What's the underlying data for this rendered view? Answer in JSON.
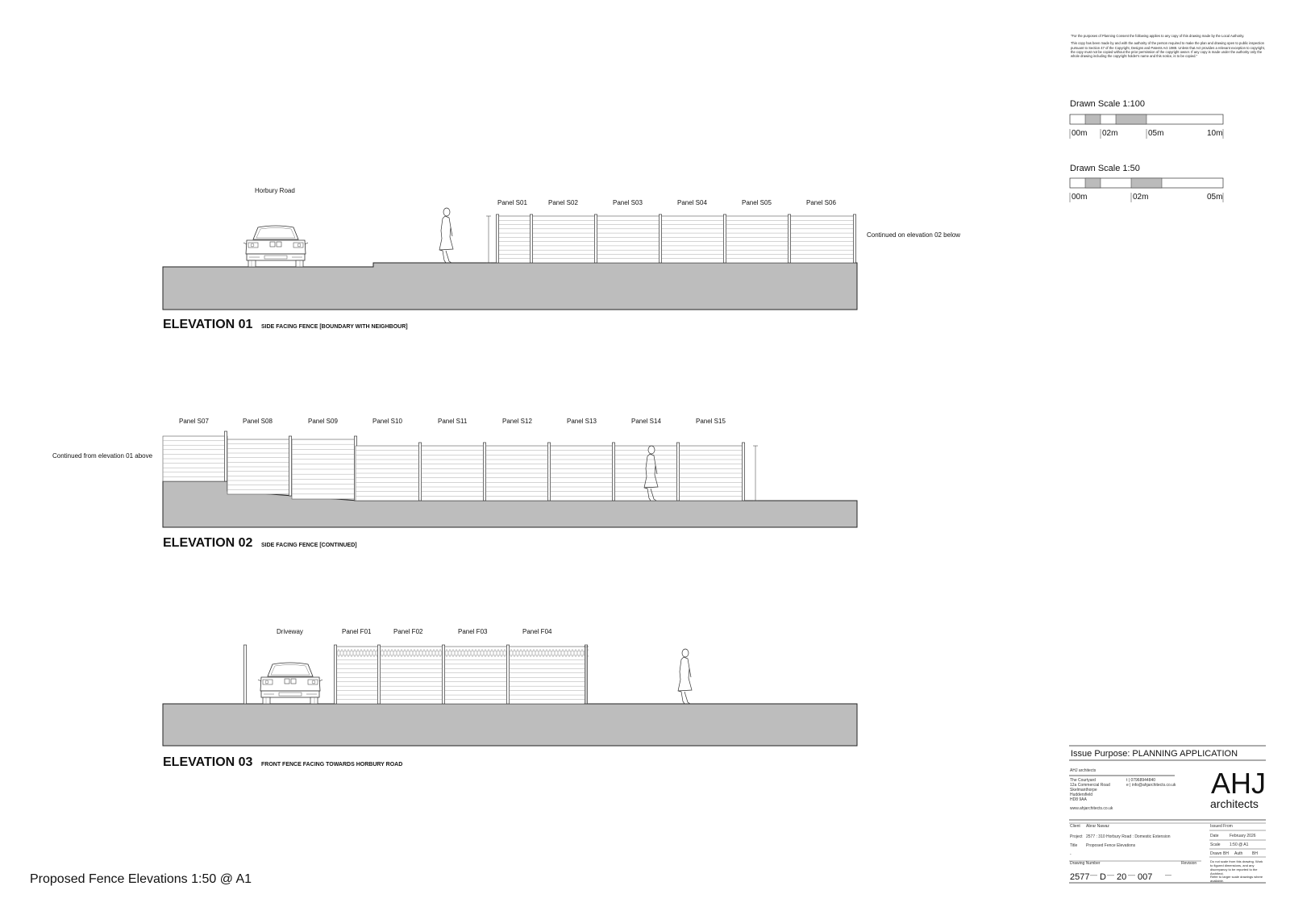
{
  "sheet": {
    "footer_title": "Proposed Fence Elevations 1:50 @ A1"
  },
  "copyright_notice": {
    "paragraph1": "\"For the purposes of Planning Consent the following applies to any copy of this drawing made by the Local Authority.",
    "paragraph2": "This copy has been made by and with the authority of the person required to make the plan and drawing open to public inspection pursuant to Section 47 of the Copyright, Designs and Patents Act 1988. Unless that Act provides a relevant exception to copyright, the copy must not be copied without the prior permission of the copyright owner. If any copy is made under the authority only the whole drawing including the copyright holder's name and this notice, is to be copied.\""
  },
  "scale_bars": [
    {
      "title": "Drawn Scale 1:100",
      "labels": [
        "00m",
        "02m",
        "05m",
        "10m"
      ]
    },
    {
      "title": "Drawn Scale 1:50",
      "labels": [
        "00m",
        "02m",
        "05m"
      ]
    }
  ],
  "elevation01": {
    "title": "ELEVATION 01",
    "subtitle": "SIDE FACING FENCE [BOUNDARY WITH NEIGHBOUR]",
    "road_label": "Horbury Road",
    "note": "Continued on elevation 02 below",
    "panels": [
      "Panel S01",
      "Panel S02",
      "Panel S03",
      "Panel S04",
      "Panel S05",
      "Panel S06"
    ]
  },
  "elevation02": {
    "title": "ELEVATION 02",
    "subtitle": "SIDE FACING FENCE [CONTINUED]",
    "note": "Continued from elevation 01 above",
    "panels": [
      "Panel S07",
      "Panel S08",
      "Panel S09",
      "Panel S10",
      "Panel S11",
      "Panel S12",
      "Panel S13",
      "Panel S14",
      "Panel S15"
    ]
  },
  "elevation03": {
    "title": "ELEVATION 03",
    "subtitle": "FRONT FENCE FACING TOWARDS HORBURY ROAD",
    "driveway_label": "Driveway",
    "panels": [
      "Panel F01",
      "Panel F02",
      "Panel F03",
      "Panel F04"
    ]
  },
  "title_block": {
    "issue_purpose": "Issue Purpose: PLANNING APPLICATION",
    "firm_name": "AHJ architects",
    "address": [
      "The Courtyard",
      "12a Commercial Road",
      "Skelmanthorpe",
      "Huddersfield",
      "HD8 9AA"
    ],
    "telephone": "t | 07968944840",
    "email": "e | info@ahjarchitects.co.uk",
    "website": "www.ahjarchitects.co.uk",
    "logo_main": "AHJ",
    "logo_sub": "architects",
    "client_label": "Client",
    "client": "Abrar Nawaz",
    "project_label": "Project",
    "project": "2577 : 310 Horbury Road : Domestic Extension",
    "title_label": "Title",
    "title": "Proposed Fence Elevations",
    "dash": "-",
    "drawing_number_label": "Drawing Number",
    "revision_label": "Revision",
    "drawing_number": [
      "2577",
      "D",
      "20",
      "007"
    ],
    "revision": "—",
    "issued_from_label": "Issued From",
    "date_label": "Date",
    "date": "February 2026",
    "scale_label": "Scale",
    "scale": "1:50 @ A1",
    "drawn_label": "Drawn",
    "drawn": "BH",
    "auth_label": "Auth",
    "auth": "BH",
    "note1": "Do not scale from this drawing. Work to figured dimensions, and any discrepancy to be reported to the Architect.",
    "note2": "Refer to larger scale drawings where available."
  }
}
